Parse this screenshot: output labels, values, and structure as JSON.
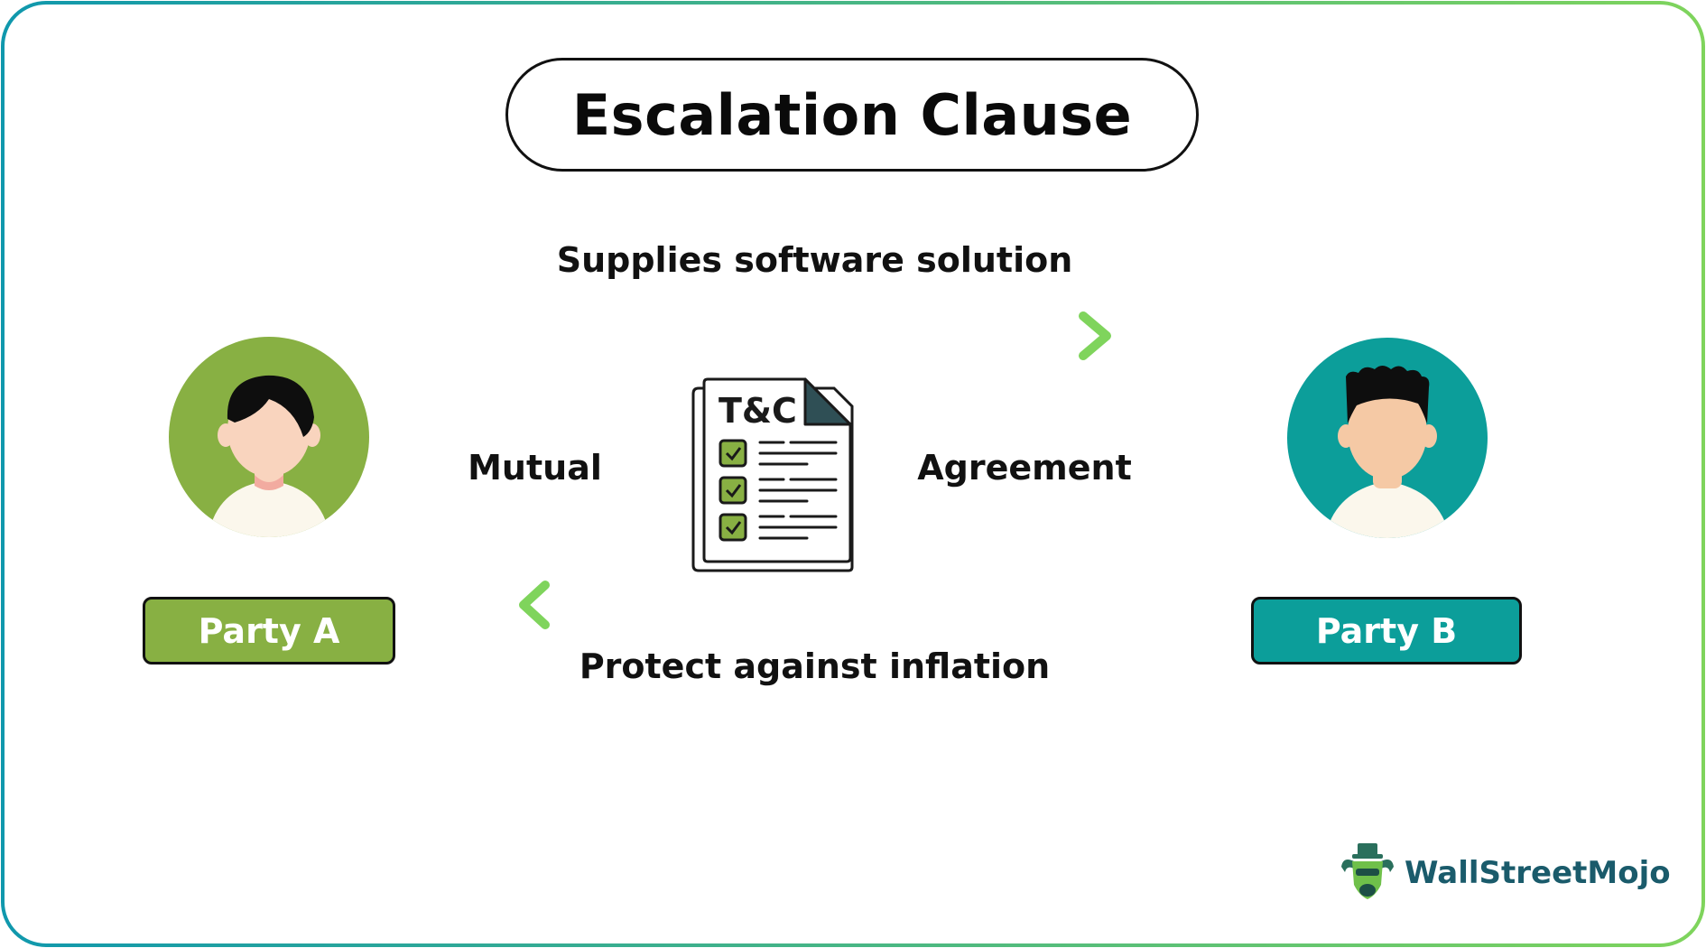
{
  "title": "Escalation Clause",
  "top_arrow_label": "Supplies software solution",
  "bottom_arrow_label": "Protect against inflation",
  "left_middle_label": "Mutual",
  "right_middle_label": "Agreement",
  "document_heading": "T&C",
  "party_a": {
    "label": "Party A",
    "color": "#88b043",
    "icon": "person-female-icon"
  },
  "party_b": {
    "label": "Party B",
    "color": "#0c9e9a",
    "icon": "person-male-icon"
  },
  "document_icon": "terms-and-conditions-document-icon",
  "logo_text": "WallStreetMojo",
  "colors": {
    "teal": "#0c9e9a",
    "green": "#6fd05a",
    "frame_start": "#1098ad",
    "frame_end": "#7fd45c",
    "text": "#111111"
  }
}
